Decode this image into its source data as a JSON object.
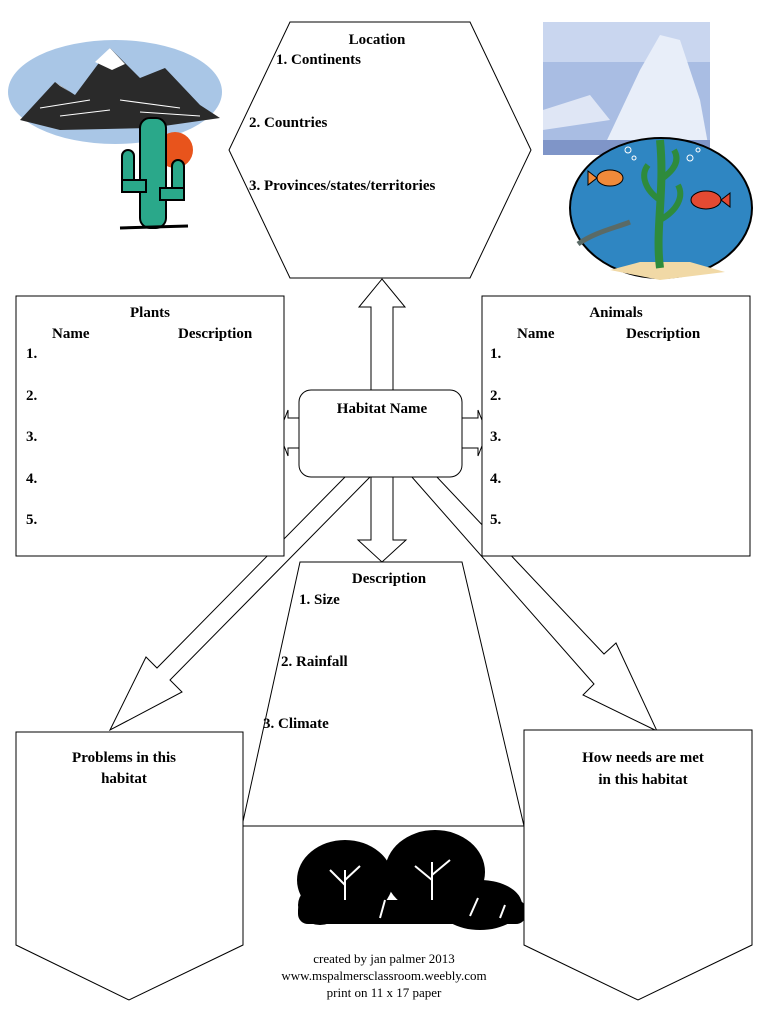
{
  "location": {
    "title": "Location",
    "items": [
      "1.  Continents",
      "2.  Countries",
      "3.  Provinces/states/territories"
    ]
  },
  "plants": {
    "title": "Plants",
    "col_name": "Name",
    "col_description": "Description",
    "rows": [
      "1.",
      "2.",
      "3.",
      "4.",
      "5."
    ]
  },
  "animals": {
    "title": "Animals",
    "col_name": "Name",
    "col_description": "Description",
    "rows": [
      "1.",
      "2.",
      "3.",
      "4.",
      "5."
    ]
  },
  "habitat": {
    "title": "Habitat Name"
  },
  "description": {
    "title": "Description",
    "items": [
      "1. Size",
      "2. Rainfall",
      "3. Climate"
    ]
  },
  "problems": {
    "line1": "Problems in this",
    "line2": "habitat"
  },
  "needs": {
    "line1": "How needs are met",
    "line2": "in this habitat"
  },
  "footer": {
    "line1": "created by jan palmer 2013",
    "line2": "www.mspalmersclassroom.weebly.com",
    "line3": "print on 11 x 17 paper"
  },
  "colors": {
    "stroke": "#000000",
    "cactus": "#2aa88a",
    "sun": "#e8541c",
    "sky": "#a9bde3",
    "ocean": "#2f86c2",
    "seaweed": "#2e8b3c",
    "fish": "#e34a32"
  },
  "icons": [
    "mountain-cactus-icon",
    "iceberg-icon",
    "ocean-fish-icon",
    "bush-icon"
  ]
}
